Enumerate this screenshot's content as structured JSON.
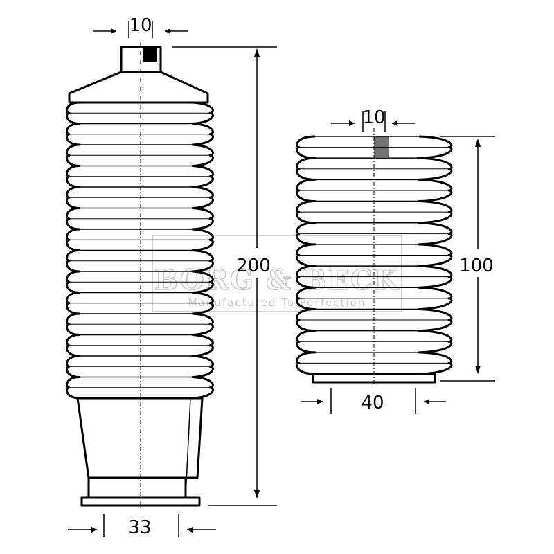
{
  "watermark": {
    "text": "BORG & BECK",
    "subtext": "Manufactured To Perfection"
  },
  "left_boot": {
    "top_width_label": "10",
    "height_label": "200",
    "bottom_width_label": "33"
  },
  "right_boot": {
    "top_width_label": "10",
    "height_label": "100",
    "bottom_width_label": "40"
  }
}
